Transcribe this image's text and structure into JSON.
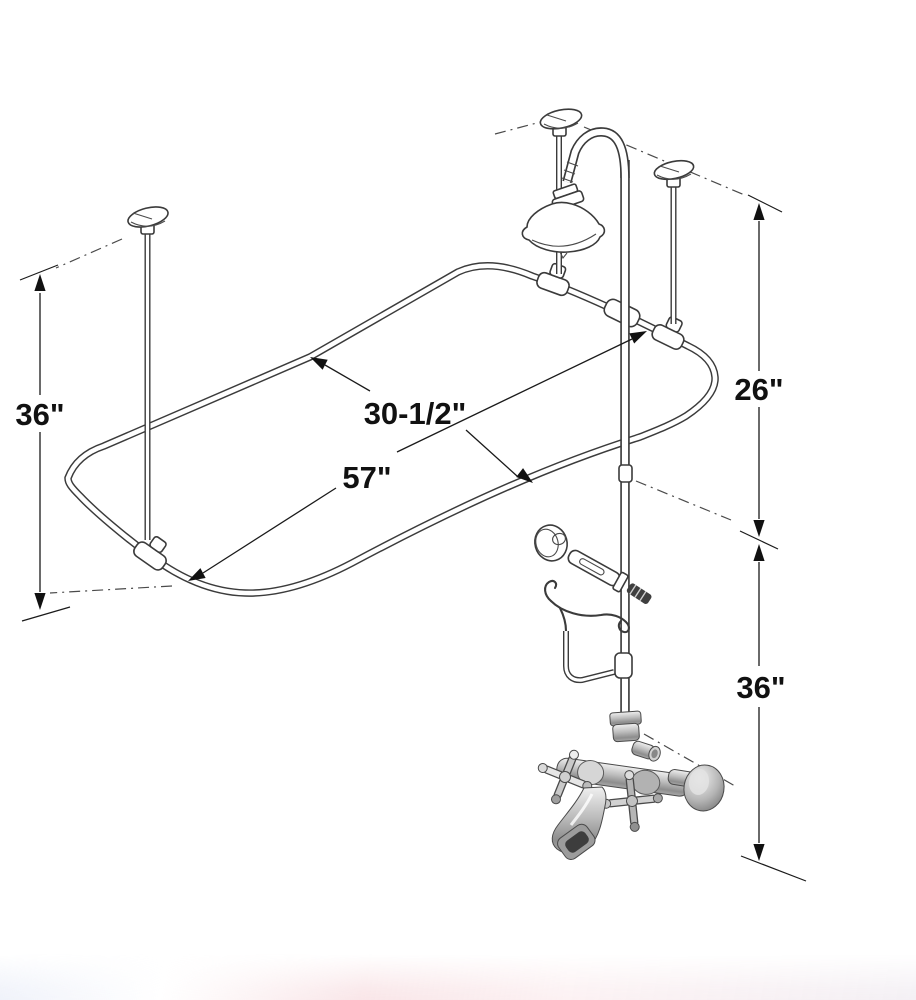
{
  "diagram": {
    "labels": {
      "support_height": "36\"",
      "rod_width": "30-1/2\"",
      "rod_length": "57\"",
      "ceiling_to_rod": "26\"",
      "riser_height": "36\""
    },
    "colors": {
      "line": "#3b3b3b",
      "dimension": "#1a1a1a",
      "label_text": "#111111",
      "background": "#ffffff",
      "watermark_tint": "#f2d9dc"
    }
  }
}
